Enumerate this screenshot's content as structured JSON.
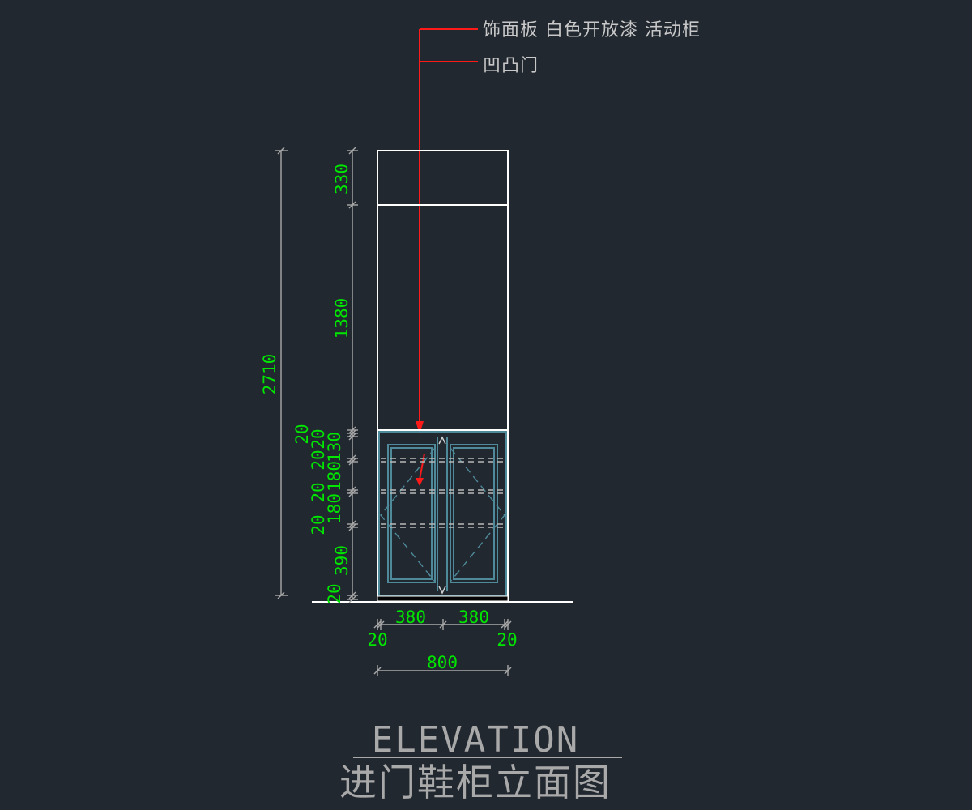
{
  "colors": {
    "background": "#212830",
    "outline": "#ffffff",
    "dimension_line": "#a9a9a9",
    "dimension_text": "#00e600",
    "leader": "#ff1a1a",
    "door_frame": "#4f8a9a",
    "shelf_dash": "#b8b8b8",
    "note_text": "#c8c8c8",
    "title_text": "#a9a9a9"
  },
  "annotations": {
    "note_1": "饰面板 白色开放漆 活动柜",
    "note_2": "凹凸门"
  },
  "dimensions": {
    "total_height": "2710",
    "top_cabinet": "330",
    "open_section": "1380",
    "top_rail_a": "20",
    "top_rail_b": "20",
    "top_rail_c": "20",
    "shelf_gap_1": "130",
    "rail_1": "20",
    "shelf_gap_2": "180",
    "rail_2": "20",
    "shelf_gap_3": "180",
    "rail_3": "20",
    "bottom_gap": "390",
    "plinth": "20",
    "door_left_width": "380",
    "door_right_width": "380",
    "side_left": "20",
    "side_right": "20",
    "total_width": "800"
  },
  "title": {
    "english": "ELEVATION",
    "chinese": "进门鞋柜立面图"
  }
}
